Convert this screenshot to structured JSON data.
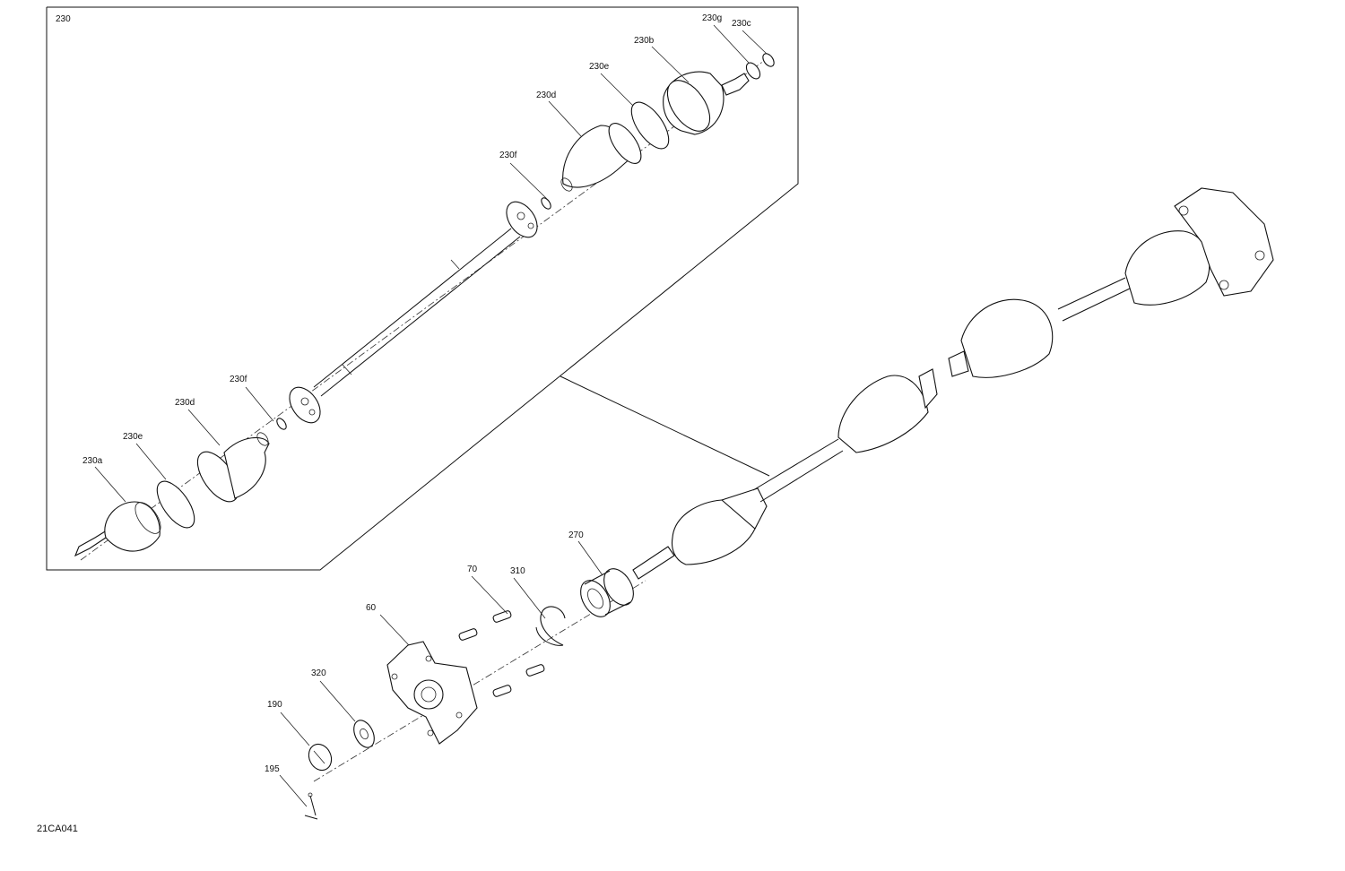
{
  "diagram": {
    "reference_code": "21CA041",
    "inset": {
      "assembly_label": "230",
      "callouts": [
        "230a",
        "230b",
        "230c",
        "230d",
        "230e",
        "230f",
        "230g"
      ],
      "inner_labels": {
        "c230g": "230g",
        "c230c": "230c",
        "c230b": "230b",
        "c230e_top": "230e",
        "c230d_top": "230d",
        "c230f_top": "230f",
        "c230f_bottom": "230f",
        "c230d_bottom": "230d",
        "c230e_bottom": "230e",
        "c230a": "230a"
      }
    },
    "main_callouts": {
      "c270": "270",
      "c70": "70",
      "c310": "310",
      "c60": "60",
      "c320": "320",
      "c190": "190",
      "c195": "195"
    }
  }
}
